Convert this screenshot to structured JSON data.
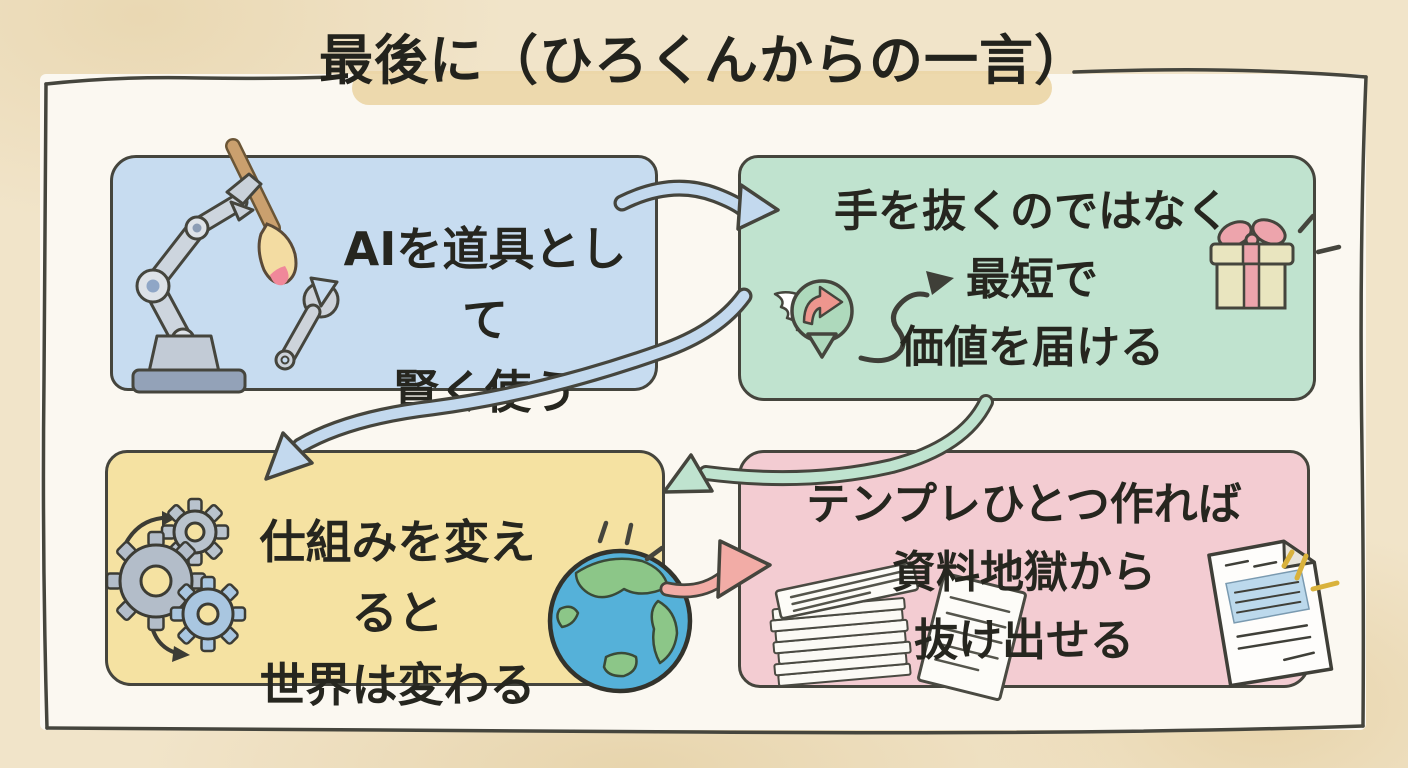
{
  "title": "最後に（ひろくんからの一言）",
  "canvas": {
    "background": "#f1e4c9",
    "panel_background": "#fbf8f1",
    "line_color": "#45453d",
    "title_highlight": "#ebd5a5"
  },
  "boxes": [
    {
      "name": "ai-as-tool",
      "fill": "#c7dcf0",
      "lines": [
        "AIを道具として",
        "賢く使う"
      ],
      "icons": [
        "robot-arm-icon",
        "paintbrush-icon",
        "wrench-icon"
      ]
    },
    {
      "name": "deliver-value",
      "fill": "#c0e3cf",
      "lines": [
        "手を抜くのではなく",
        "最短で",
        "価値を届ける"
      ],
      "icons": [
        "winged-pin-icon",
        "squiggle-arrow-icon",
        "gift-icon"
      ]
    },
    {
      "name": "change-system",
      "fill": "#f5e2a2",
      "lines": [
        "仕組みを変えると",
        "世界は変わる"
      ],
      "icons": [
        "gears-icon",
        "earth-icon"
      ]
    },
    {
      "name": "escape-docs",
      "fill": "#f3ccd2",
      "lines": [
        "テンプレひとつ作れば",
        "資料地獄から",
        "抜け出せる"
      ],
      "icons": [
        "paper-stack-icon",
        "document-icon"
      ]
    }
  ],
  "arrows": [
    {
      "name": "blue-top-arrow",
      "color": "#c3d9ee",
      "from": "ai-as-tool",
      "to": "deliver-value"
    },
    {
      "name": "blue-sweep-arrow",
      "color": "#c3d9ee",
      "from": "deliver-value",
      "to": "change-system"
    },
    {
      "name": "green-curve-arrow",
      "color": "#bfe3cf",
      "from": "deliver-value",
      "to": "change-system"
    },
    {
      "name": "pink-arrow",
      "color": "#f2aca6",
      "from": "change-system",
      "to": "escape-docs"
    }
  ],
  "sparkles": [
    {
      "name": "gift-sparkles",
      "color": "#45453d"
    },
    {
      "name": "earth-sparkles",
      "color": "#45453d"
    },
    {
      "name": "document-sparkles",
      "color": "#d9b23c"
    }
  ]
}
